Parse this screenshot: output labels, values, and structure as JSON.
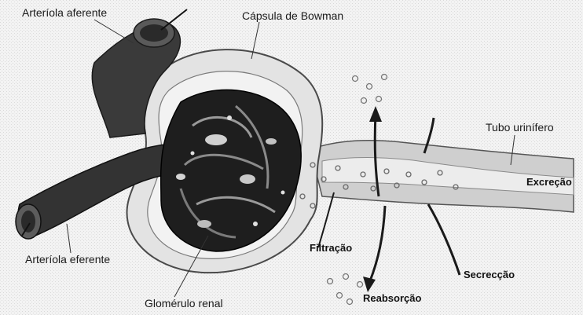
{
  "labels": {
    "arteriola_aferente": "Arteríola aferente",
    "capsula_de_bowman": "Cápsula de Bowman",
    "tubo_urinifero": "Tubo urinífero",
    "excrecao": "Excreção",
    "arteriola_eferente": "Arteríola eferente",
    "filtracao": "Filtração",
    "secrecao": "Secrecção",
    "glomerulo_renal": "Glomérulo renal",
    "reabsorcao": "Reabsorção"
  },
  "colors": {
    "vessel": "#2f2f2f",
    "glomerulus": "#1e1e1e",
    "capsule": "#d8d8d8",
    "tubule": "#c4c4c4",
    "lumen": "#e8e8e8",
    "text": "#1a1a1a"
  }
}
